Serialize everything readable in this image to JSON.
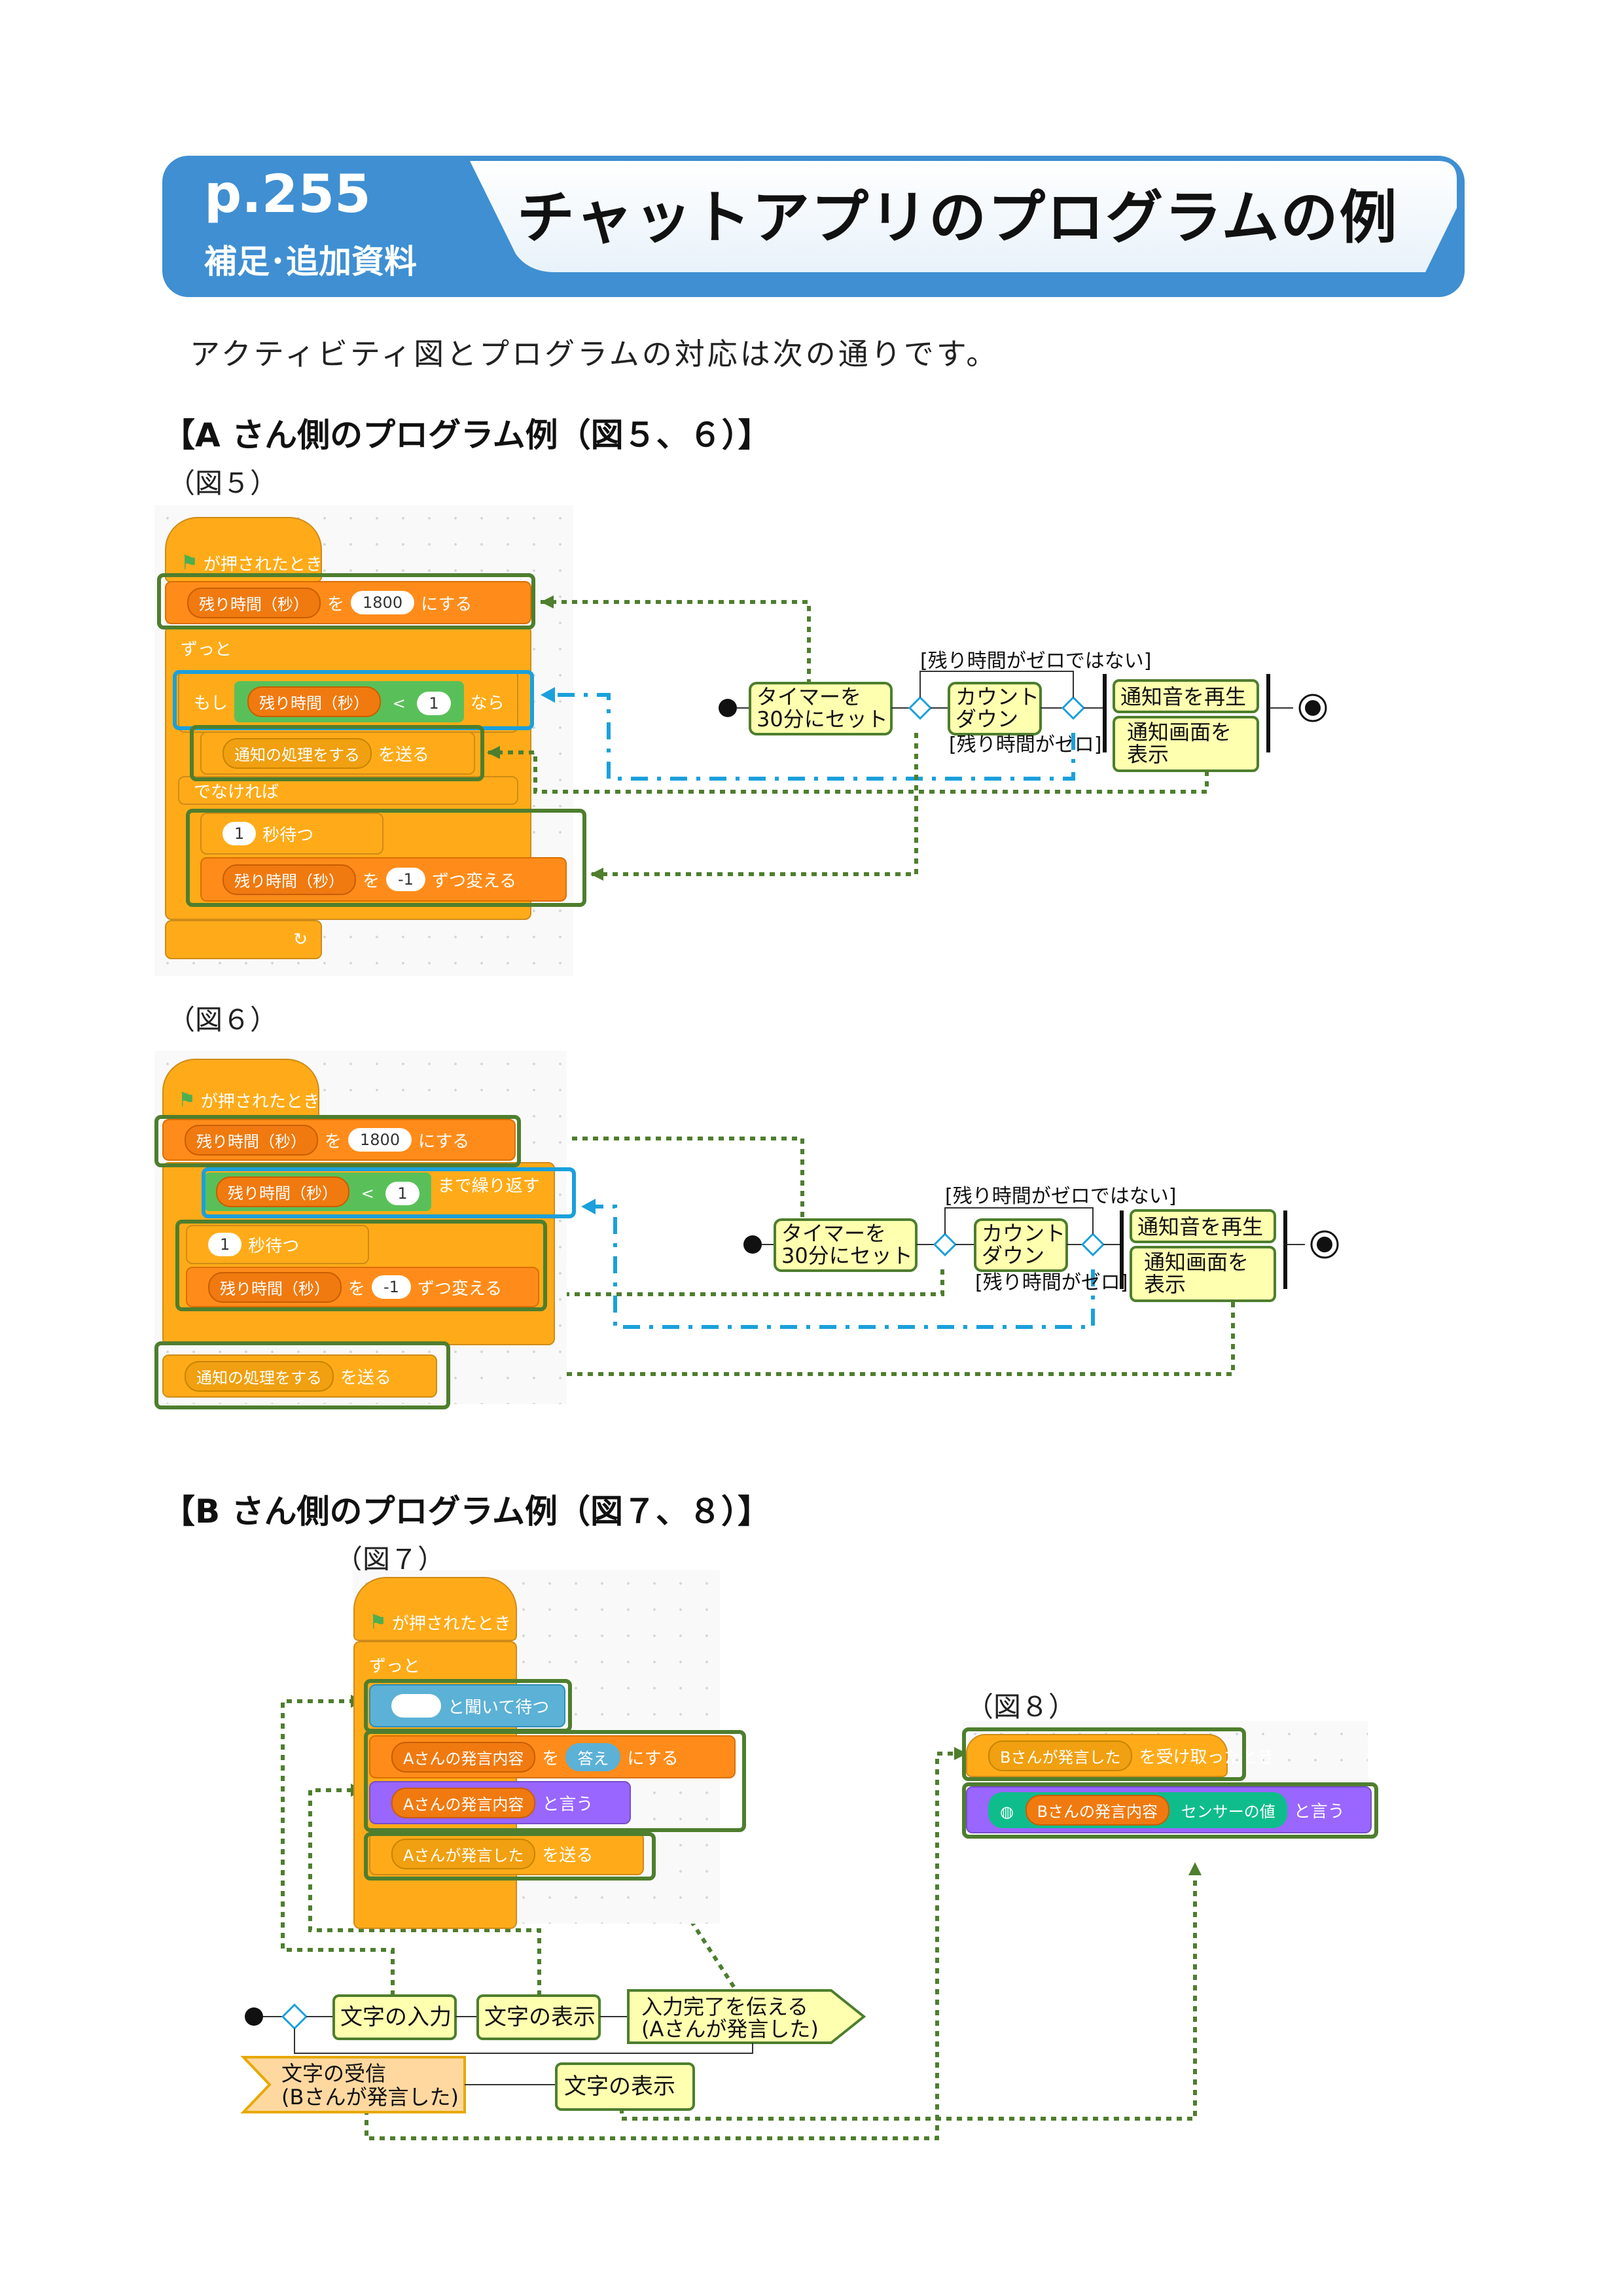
{
  "header": {
    "page_number": "p.255",
    "subtitle": "補足･追加資料",
    "title": "チャットアプリのプログラムの例"
  },
  "intro_text": "アクティビティ図とプログラムの対応は次の通りです。",
  "section_a": {
    "heading": "【A さん側のプログラム例（図５、６）】",
    "fig5_caption": "（図５）",
    "fig6_caption": "（図６）"
  },
  "section_b": {
    "heading": "【B さん側のプログラム例（図７、８）】",
    "fig7_caption": "（図７）",
    "fig8_caption": "（図８）"
  },
  "scratch": {
    "when_flag": "が押されたとき",
    "var_time": "残り時間（秒）",
    "to": "を",
    "set_to": "にする",
    "val_1800": "1800",
    "forever": "ずっと",
    "if": "もし",
    "less_than": "<",
    "val_1": "1",
    "then": "なら",
    "notify_msg": "通知の処理をする",
    "send": "を送る",
    "else": "でなければ",
    "wait_sec": "秒待つ",
    "val_minus1": "-1",
    "change_by": "ずつ変える",
    "repeat_until": "まで繰り返す",
    "ask_wait": "と聞いて待つ",
    "var_a_speech": "Aさんの発言内容",
    "answer": "答え",
    "say": "と言う",
    "a_spoke_msg": "Aさんが発言した",
    "b_spoke_msg": "Bさんが発言した",
    "when_received": "を受け取ったとき",
    "var_b_speech": "Bさんの発言内容",
    "sensor_value": "センサーの値"
  },
  "activity": {
    "timer_set_line1": "タイマーを",
    "timer_set_line2": "30分にセット",
    "countdown_line1": "カウント",
    "countdown_line2": "ダウン",
    "guard_not_zero": "[残り時間がゼロではない]",
    "guard_zero": "[残り時間がゼロ]",
    "play_sound": "通知音を再生",
    "show_notice_line1": "通知画面を",
    "show_notice_line2": "表示",
    "char_input": "文字の入力",
    "char_display": "文字の表示",
    "send_done_line1": "入力完了を伝える",
    "send_done_line2": "(Aさんが発言した)",
    "receive_line1": "文字の受信",
    "receive_line2": "(Bさんが発言した)",
    "char_display2": "文字の表示"
  }
}
